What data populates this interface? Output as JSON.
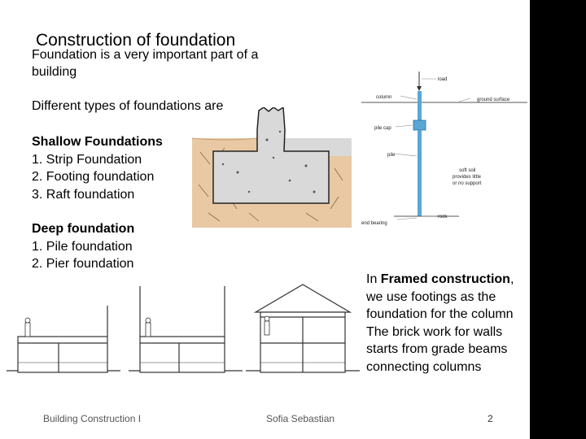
{
  "title": "Construction of foundation",
  "intro": "Foundation is a very important part of a building",
  "types_heading": "Different types of foundations are",
  "shallow": {
    "heading": "Shallow Foundations",
    "items": [
      "1.  Strip Foundation",
      "2.  Footing foundation",
      "3.  Raft foundation"
    ]
  },
  "deep": {
    "heading": "Deep foundation",
    "items": [
      "1.  Pile foundation",
      "2.  Pier foundation"
    ]
  },
  "framed": {
    "prefix": "In ",
    "bold1": "Framed construction",
    "text1": ", we use footings as the foundation for the column",
    "text2": "The brick work for walls starts from grade beams connecting columns"
  },
  "pile_diagram": {
    "labels": {
      "load": "load",
      "column": "column",
      "ground_surface": "ground surface",
      "pile_cap": "pile cap",
      "pile": "pile",
      "soft_soil": [
        "soft soil",
        "provides little",
        "or no support"
      ],
      "rock": "rock",
      "end_bearing": "end bearing"
    }
  },
  "footer": {
    "left": "Building Construction I",
    "center": "Sofia Sebastian",
    "page": "2"
  },
  "colors": {
    "soil": "#e8c9a3",
    "concrete": "#d9d9d9",
    "pile": "#5aa7d6",
    "side_bar": "#000000"
  }
}
